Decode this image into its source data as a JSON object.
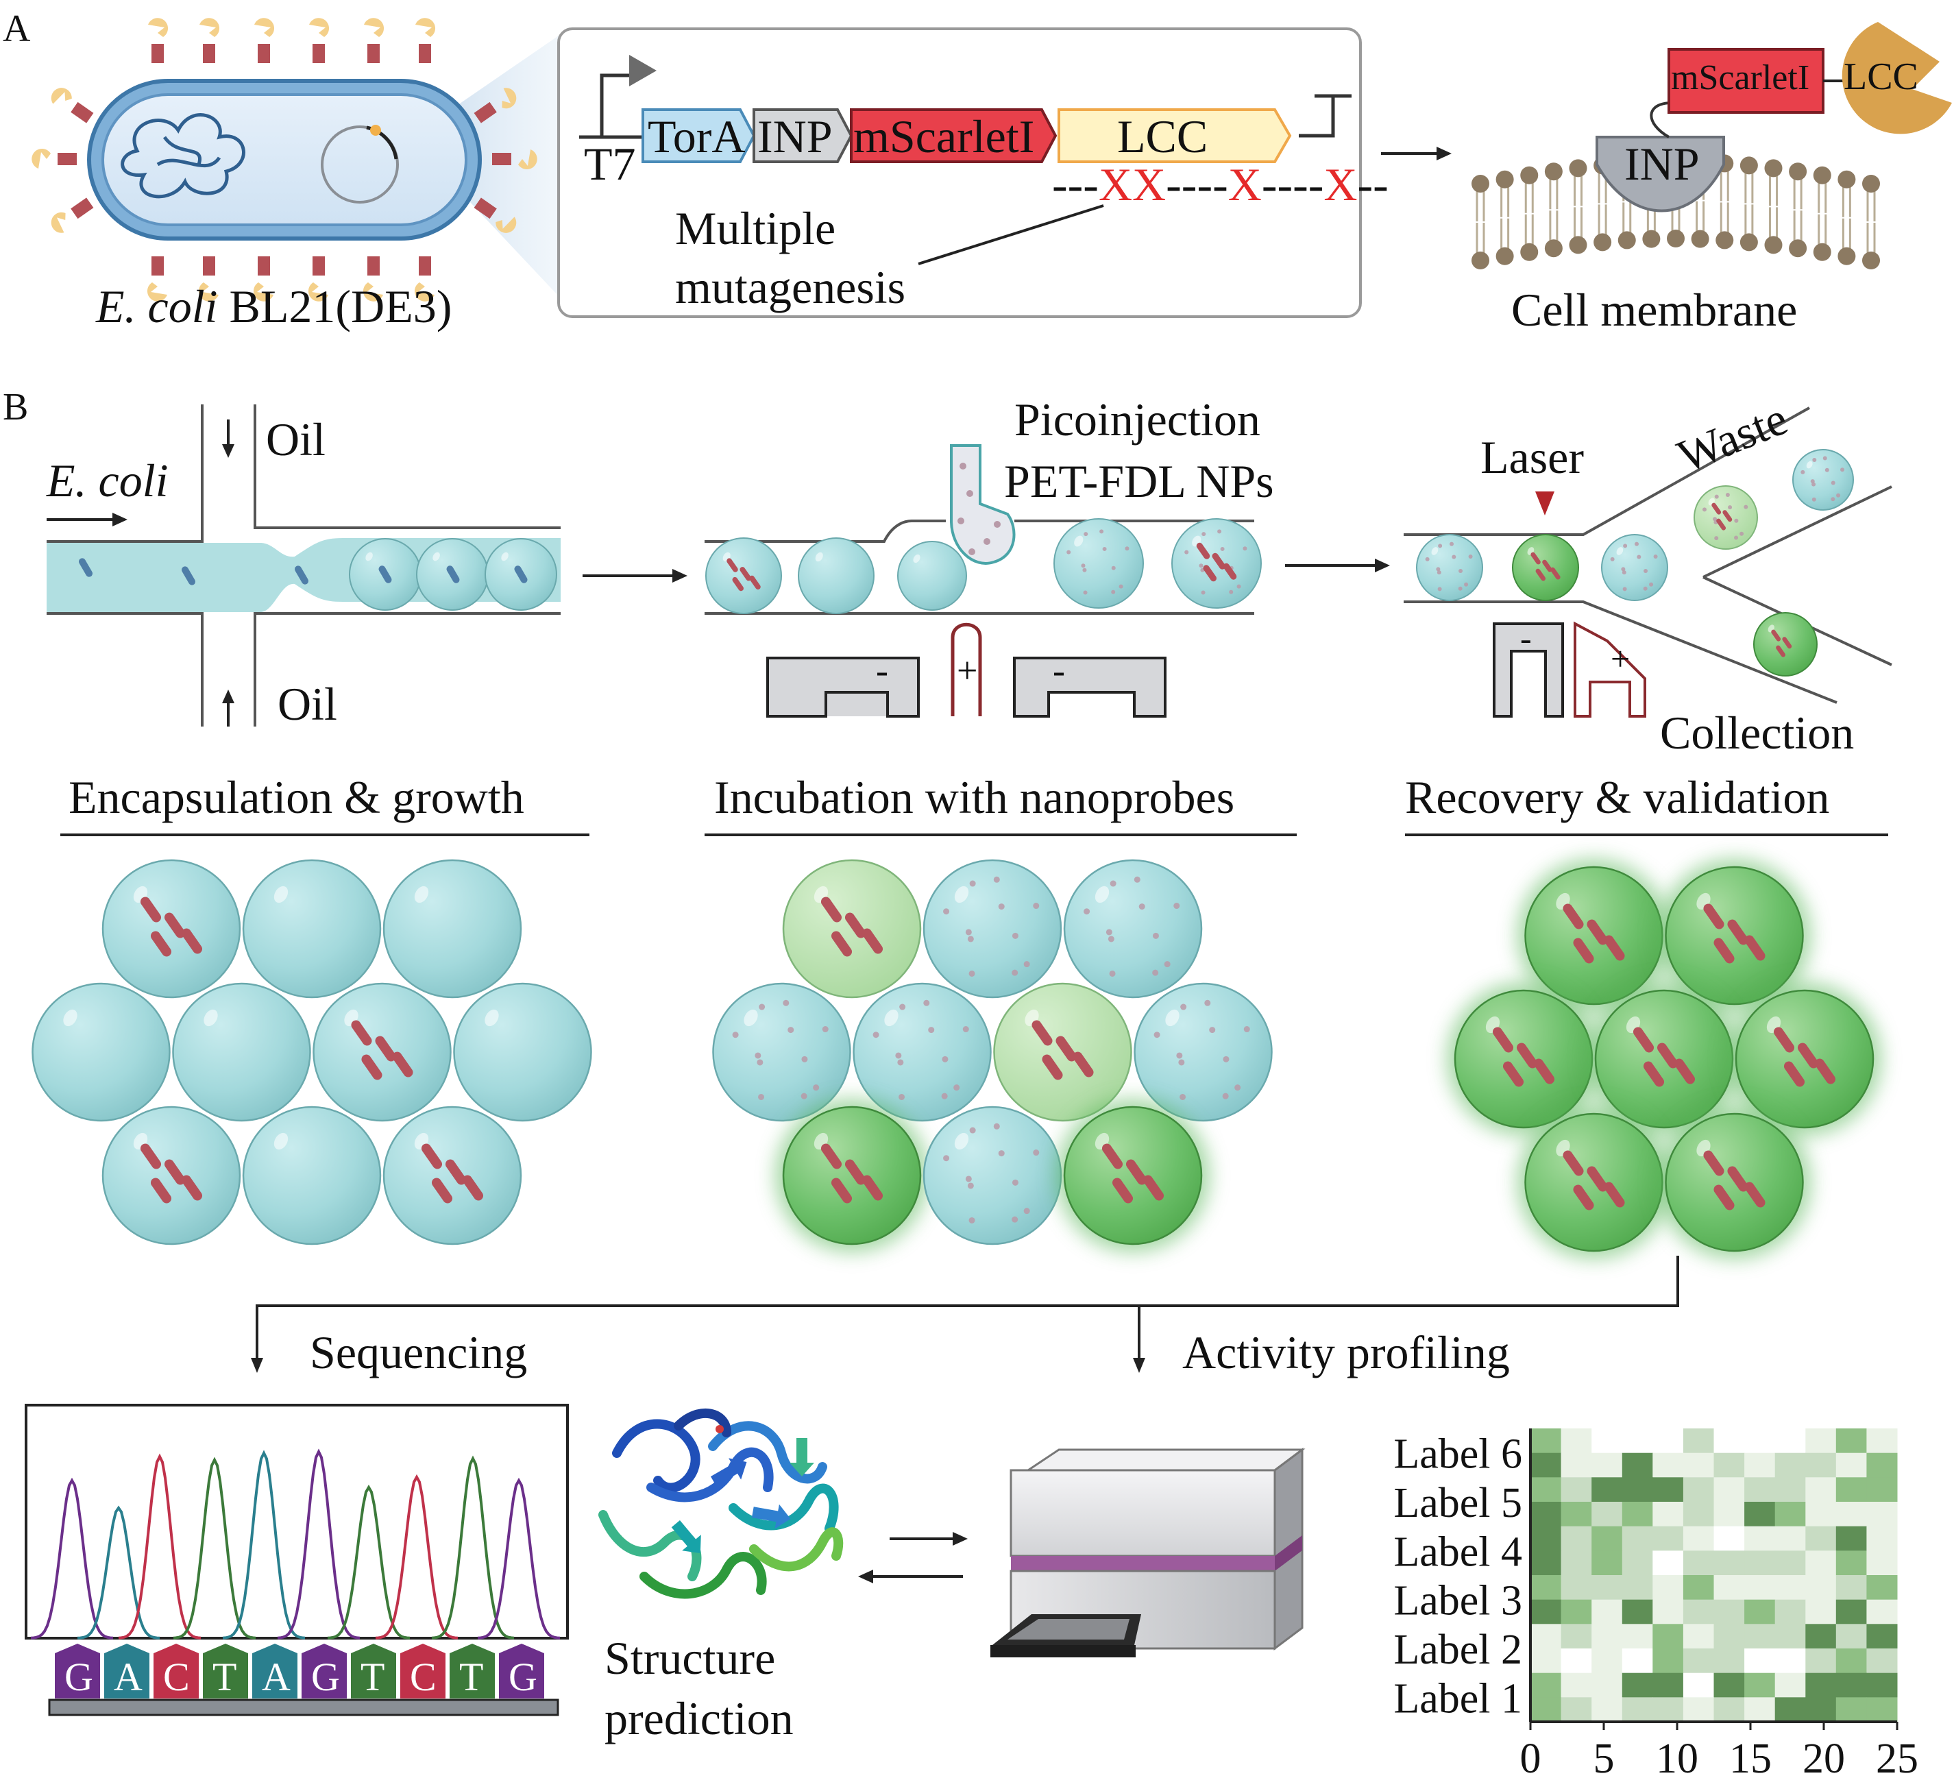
{
  "panel_a": {
    "letter": "A",
    "strain_italic": "E. coli",
    "strain_rest": " BL21(DE3)",
    "promoter": "T7",
    "genes": [
      "TorA",
      "INP",
      "mScarletI",
      "LCC"
    ],
    "mutation_marks": [
      "XX",
      "X",
      "X"
    ],
    "mutagenesis_line1": "Multiple",
    "mutagenesis_line2": "mutagenesis",
    "membrane_fusion": "mScarletI",
    "membrane_lcc": "LCC",
    "membrane_inp": "INP",
    "membrane_label": "Cell membrane"
  },
  "panel_b": {
    "letter": "B",
    "ecoli": "E. coli",
    "oil_top": "Oil",
    "oil_bottom": "Oil",
    "picoinjection": "Picoinjection",
    "nps": "PET-FDL NPs",
    "laser": "Laser",
    "waste": "Waste",
    "collection": "Collection",
    "minus": "-",
    "plus": "+",
    "step1": "Encapsulation & growth",
    "step2": "Incubation with nanoprobes",
    "step3": "Recovery & validation",
    "sequencing": "Sequencing",
    "activity": "Activity profiling",
    "structure_line1": "Structure",
    "structure_line2": "prediction",
    "bases": [
      "G",
      "A",
      "C",
      "T",
      "A",
      "G",
      "T",
      "C",
      "T",
      "G"
    ]
  },
  "colors": {
    "droplet": "#a3d9dc",
    "green_droplet": "#5cb85c",
    "bacteria": "#b5515a",
    "mscarlet": "#e8404b",
    "lcc": "#fff3c4",
    "membrane_head": "#8c7a62",
    "inp_gray": "#a8adb5",
    "lcc_enzyme": "#d9a24e",
    "base_G": "#6b2f8a",
    "base_A": "#2a7f8e",
    "base_C": "#c0314a",
    "base_T": "#3c7a3a"
  },
  "chart_data": {
    "type": "heatmap",
    "x_ticks": [
      0,
      5,
      10,
      15,
      20,
      25
    ],
    "y_labels": [
      "Label 6",
      "Label 5",
      "Label 4",
      "Label 3",
      "Label 2",
      "Label 1"
    ],
    "xlim": [
      0,
      25
    ],
    "cols": 12,
    "rows": 12,
    "levels": [
      [
        3,
        1,
        0,
        0,
        0,
        2,
        0,
        0,
        0,
        1,
        3,
        1
      ],
      [
        4,
        1,
        1,
        4,
        1,
        1,
        2,
        1,
        2,
        2,
        1,
        3
      ],
      [
        3,
        2,
        4,
        4,
        4,
        2,
        1,
        2,
        2,
        1,
        3,
        3
      ],
      [
        4,
        3,
        2,
        3,
        1,
        2,
        1,
        4,
        3,
        1,
        1,
        1
      ],
      [
        4,
        2,
        3,
        2,
        2,
        1,
        0,
        1,
        1,
        2,
        4,
        1
      ],
      [
        4,
        2,
        3,
        2,
        0,
        2,
        2,
        2,
        2,
        1,
        3,
        1
      ],
      [
        3,
        2,
        2,
        2,
        1,
        3,
        1,
        1,
        1,
        1,
        2,
        3
      ],
      [
        4,
        3,
        1,
        4,
        1,
        2,
        2,
        3,
        2,
        1,
        4,
        1
      ],
      [
        1,
        2,
        1,
        1,
        3,
        1,
        2,
        2,
        2,
        4,
        2,
        4
      ],
      [
        1,
        0,
        1,
        0,
        3,
        2,
        2,
        0,
        0,
        2,
        3,
        2
      ],
      [
        3,
        1,
        1,
        4,
        4,
        0,
        4,
        3,
        1,
        4,
        4,
        4
      ],
      [
        3,
        2,
        1,
        2,
        2,
        1,
        2,
        1,
        4,
        4,
        3,
        3
      ]
    ]
  }
}
